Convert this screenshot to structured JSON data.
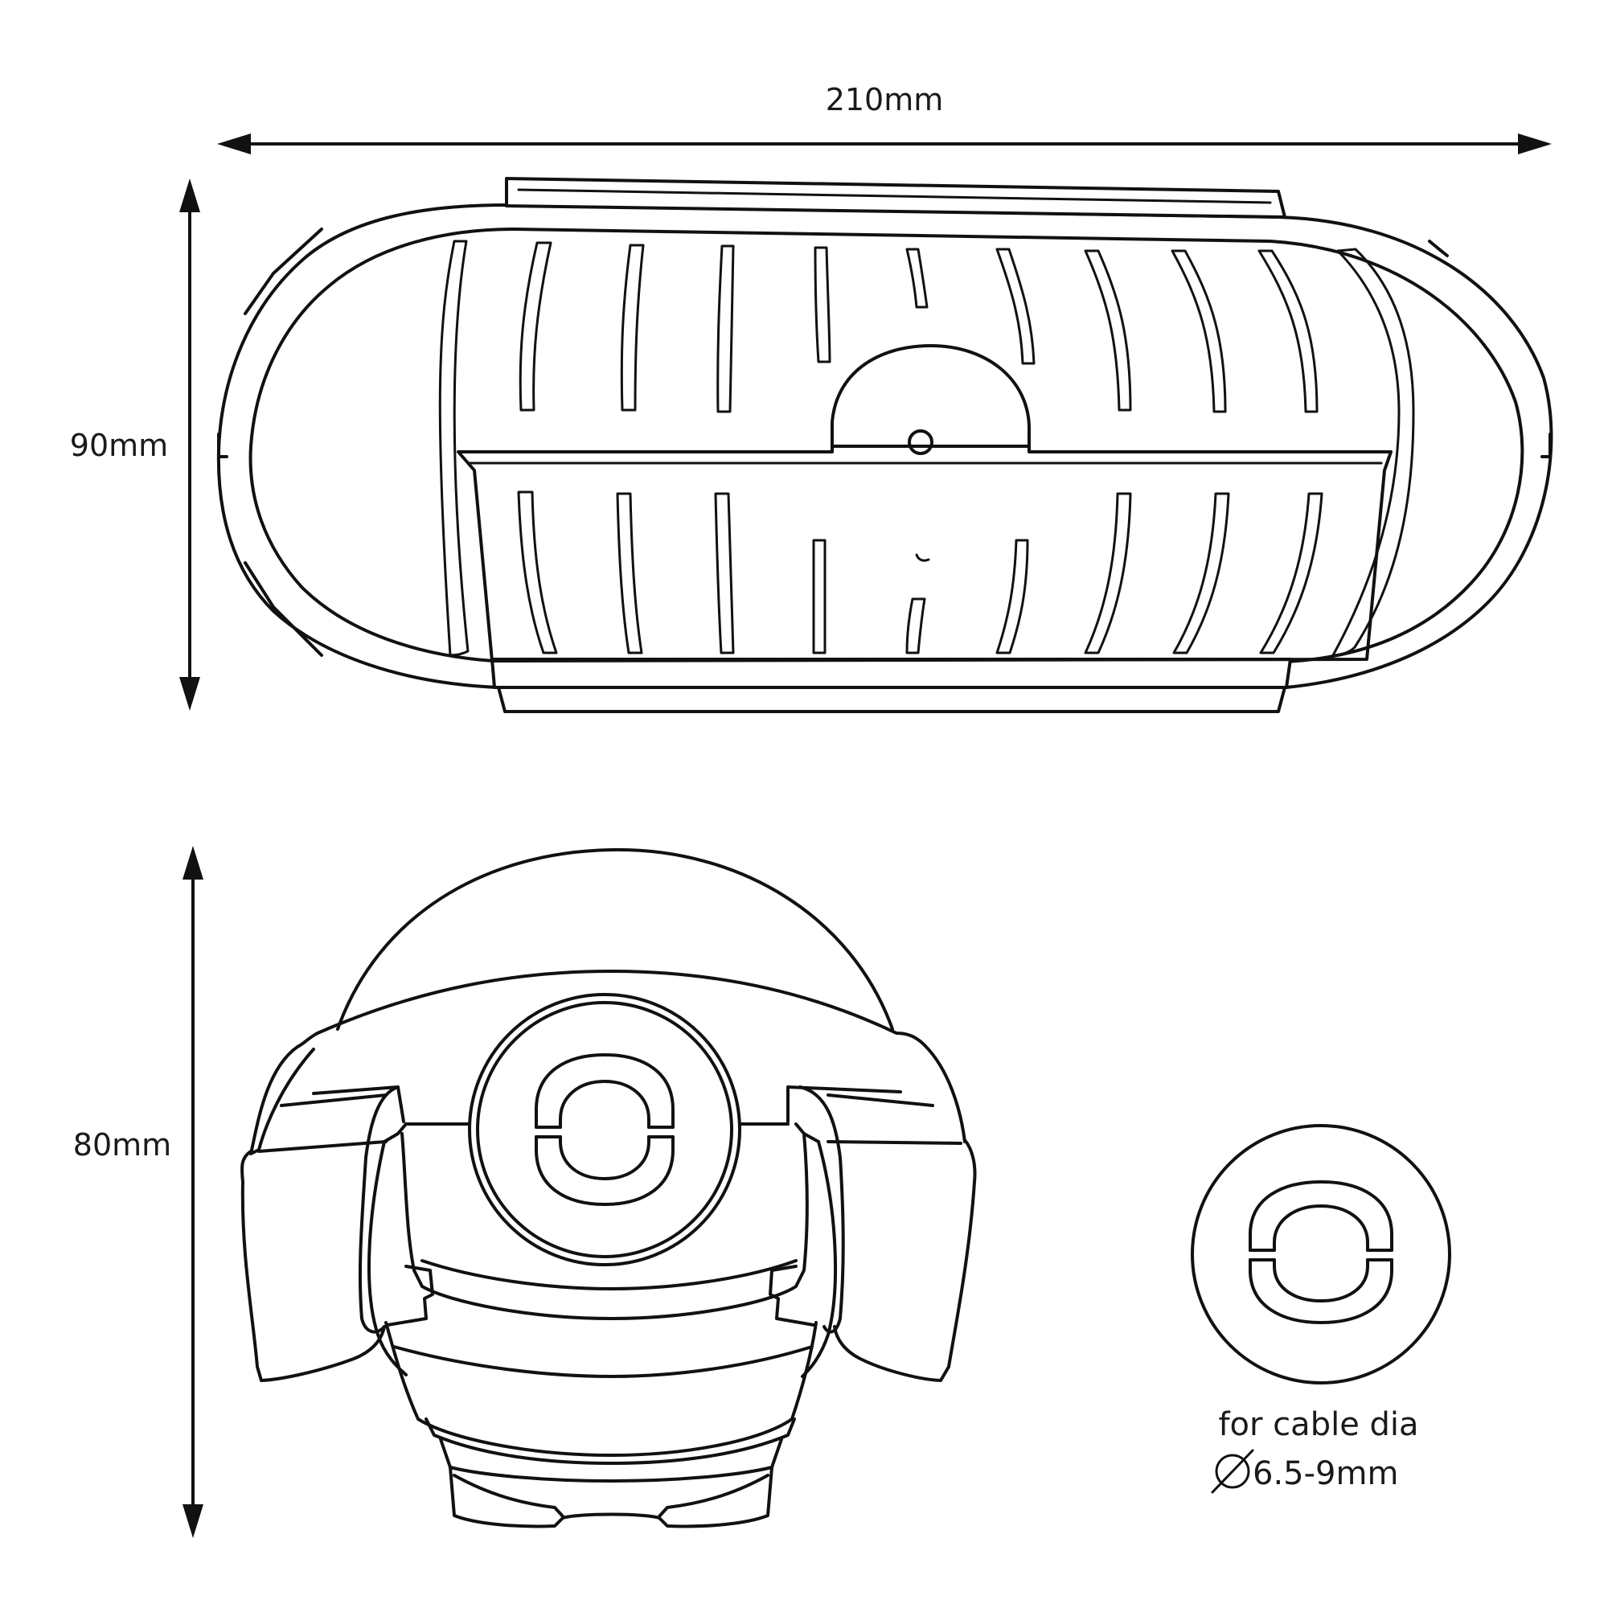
{
  "dimensions": {
    "top_width": "210mm",
    "top_height": "90mm",
    "bottom_height": "80mm"
  },
  "cable_note": {
    "line1": "for cable dia",
    "line2": "6.5-9mm",
    "diameter_symbol": "diameter-symbol-icon"
  },
  "colors": {
    "line": "#111111",
    "background": "#ffffff"
  }
}
